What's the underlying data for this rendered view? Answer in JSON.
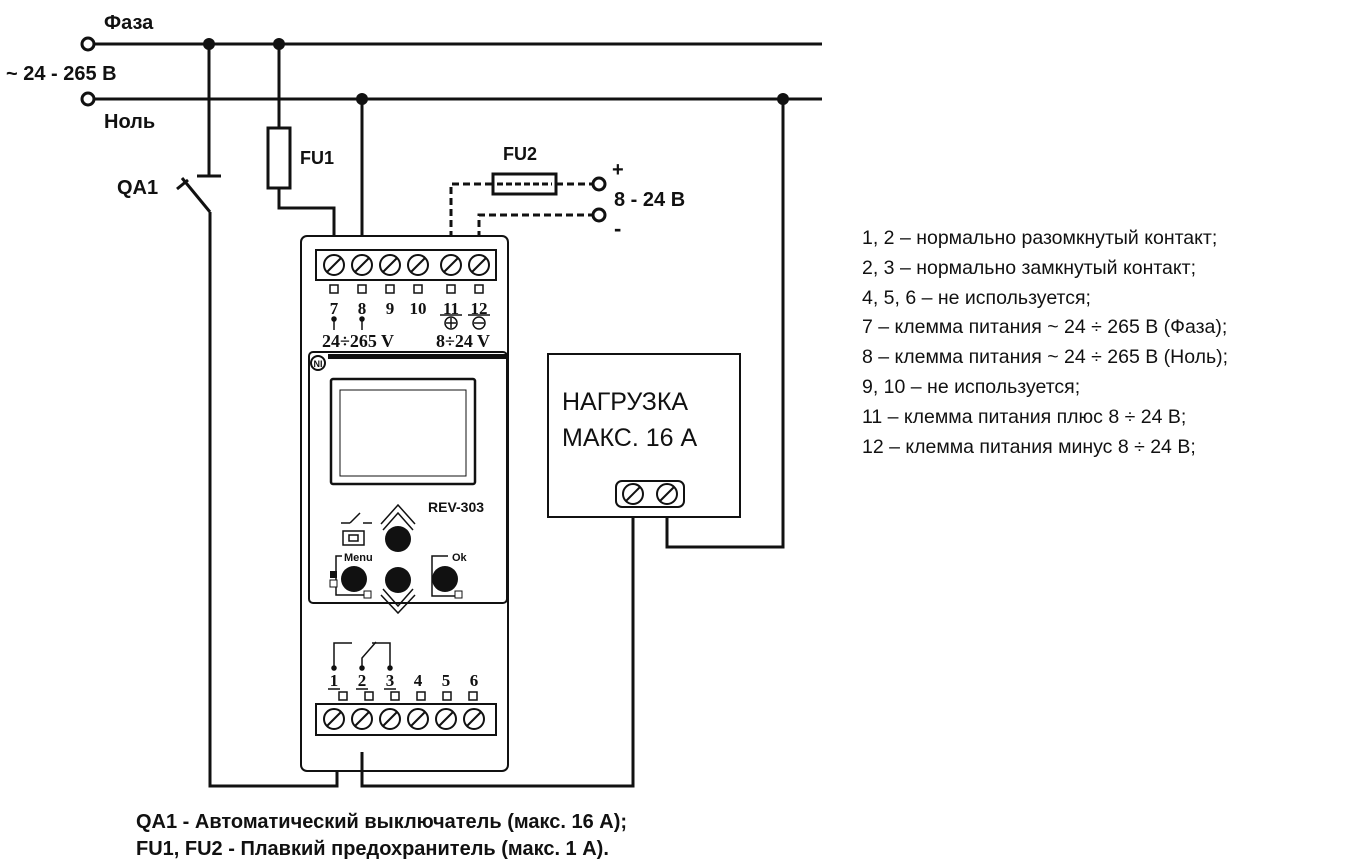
{
  "labels": {
    "phase": "Фаза",
    "voltage_ac": "~ 24 - 265 В",
    "neutral": "Ноль",
    "qa1": "QA1",
    "fu1": "FU1",
    "fu2": "FU2",
    "dc_plus": "+",
    "dc_minus": "-",
    "voltage_dc": "8 - 24 В"
  },
  "device": {
    "model": "REV-303",
    "top_terminals": [
      "7",
      "8",
      "9",
      "10",
      "11",
      "12"
    ],
    "top_range_ac": "24÷265 V",
    "top_range_dc": "8÷24 V",
    "bottom_terminals": [
      "1",
      "2",
      "3",
      "4",
      "5",
      "6"
    ],
    "menu_label": "Menu",
    "ok_label": "Ok"
  },
  "load": {
    "line1": "НАГРУЗКА",
    "line2": "МАКС. 16 А"
  },
  "legend": [
    "1, 2 – нормально разомкнутый контакт;",
    "2, 3 – нормально замкнутый контакт;",
    "4, 5, 6 – не используется;",
    "7 – клемма питания ~ 24 ÷ 265 В (Фаза);",
    "8 – клемма питания ~ 24 ÷ 265 В (Ноль);",
    "9, 10 – не используется;",
    "11 – клемма питания плюс 8 ÷ 24 В;",
    "12 – клемма питания минус 8 ÷ 24 В;"
  ],
  "footnotes": {
    "qa1": "QA1 - Автоматический выключатель (макс. 16 А);",
    "fu": "FU1, FU2 - Плавкий предохранитель  (макс. 1 А)."
  }
}
